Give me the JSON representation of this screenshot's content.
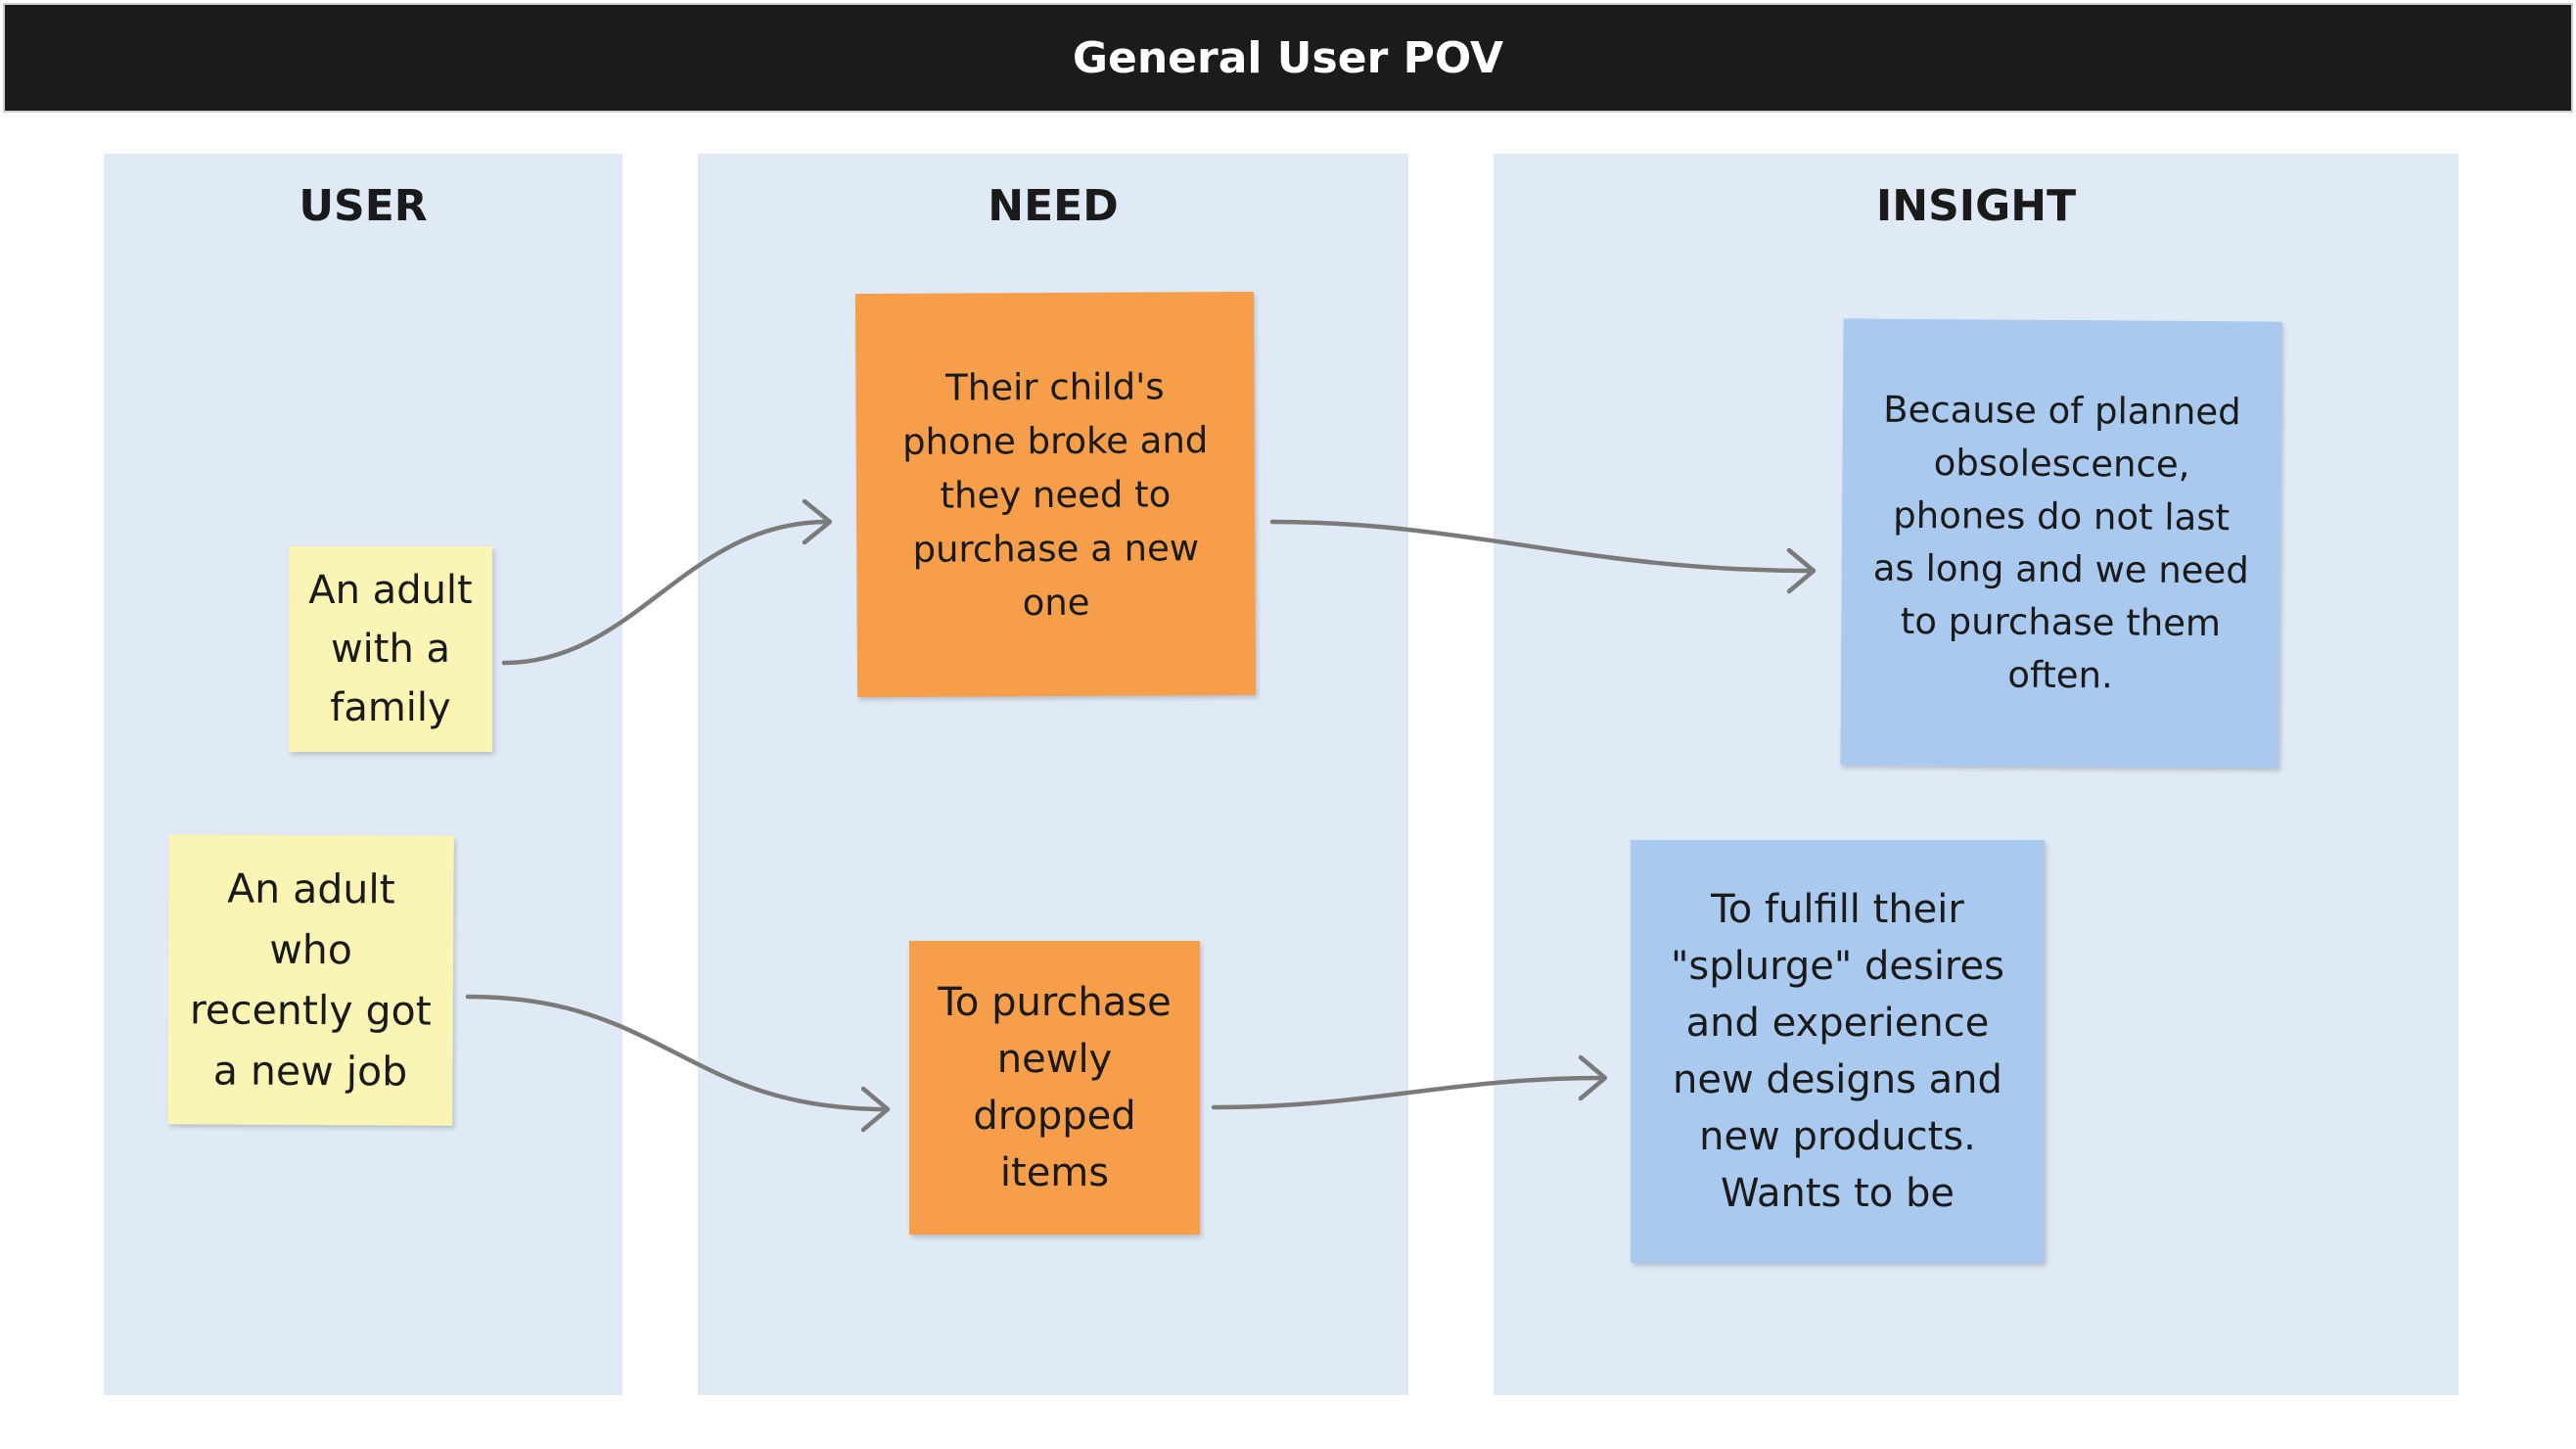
{
  "title": "General User POV",
  "columns": {
    "user": {
      "title": "USER",
      "notes": [
        {
          "lines": [
            "An adult",
            "with a",
            "family"
          ]
        },
        {
          "lines": [
            "An adult",
            "who",
            "recently got",
            "a new job"
          ]
        }
      ]
    },
    "need": {
      "title": "NEED",
      "notes": [
        {
          "lines": [
            "Their child's",
            "phone broke and",
            "they need to",
            "purchase a new",
            "one"
          ]
        },
        {
          "lines": [
            "To purchase",
            "newly",
            "dropped",
            "items"
          ]
        }
      ]
    },
    "insight": {
      "title": "INSIGHT",
      "notes": [
        {
          "lines": [
            "Because of planned",
            "obsolescence,",
            "phones do not last",
            "as long and we need",
            "to purchase them",
            "often."
          ]
        },
        {
          "lines": [
            "To fulfill their",
            "\"splurge\" desires",
            "and experience",
            "new designs and",
            "new products.",
            "Wants to be"
          ]
        }
      ]
    }
  },
  "colors": {
    "header": "#1b1b1b",
    "column_bg": "#e0eaf6",
    "user_note": "#fbf5b5",
    "need_note": "#f79e4b",
    "insight_note": "#a9caee",
    "connector": "#7a7a7a"
  }
}
